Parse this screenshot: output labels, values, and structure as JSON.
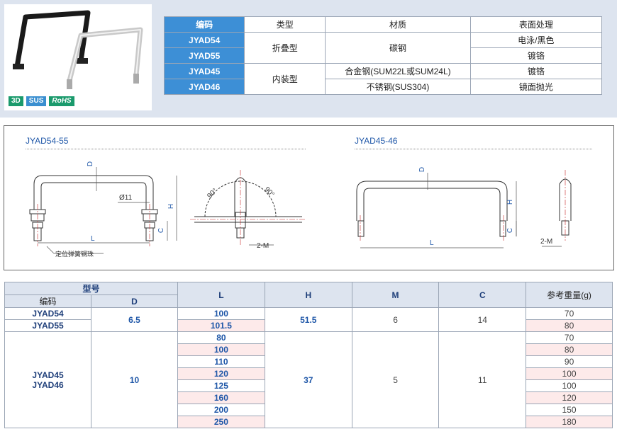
{
  "badges": [
    "3D",
    "SUS",
    "RoHS"
  ],
  "spec_table": {
    "headers": [
      "编码",
      "类型",
      "材质",
      "表面处理"
    ],
    "codes": [
      "JYAD54",
      "JYAD55",
      "JYAD45",
      "JYAD46"
    ],
    "types": [
      "折叠型",
      "内装型"
    ],
    "materials": [
      "碳钢",
      "合金钢(SUM22L或SUM24L)",
      "不锈钢(SUS304)"
    ],
    "finishes": [
      "电泳/黑色",
      "镀铬",
      "镀铬",
      "镜面抛光"
    ]
  },
  "drawings": {
    "left_title": "JYAD54-55",
    "right_title": "JYAD45-46",
    "labels": {
      "D": "D",
      "H": "H",
      "C": "C",
      "L": "L",
      "phi": "Ø11",
      "angle": "90°",
      "M": "2-M",
      "note": "定位弹簧钢珠"
    }
  },
  "dims_table": {
    "group_header": "型号",
    "headers": [
      "编码",
      "D",
      "L",
      "H",
      "M",
      "C",
      "参考重量(g)"
    ],
    "row1": {
      "codes": [
        "JYAD54",
        "JYAD55"
      ],
      "D": "6.5",
      "L": [
        "100",
        "101.5"
      ],
      "H": "51.5",
      "M": "6",
      "C": "14",
      "W": [
        "70",
        "80"
      ]
    },
    "row2": {
      "codes": [
        "JYAD45",
        "JYAD46"
      ],
      "D": "10",
      "L": [
        "80",
        "100",
        "110",
        "120",
        "125",
        "160",
        "200",
        "250"
      ],
      "H": "37",
      "M": "5",
      "C": "11",
      "W": [
        "70",
        "80",
        "90",
        "100",
        "100",
        "120",
        "150",
        "180"
      ]
    }
  }
}
